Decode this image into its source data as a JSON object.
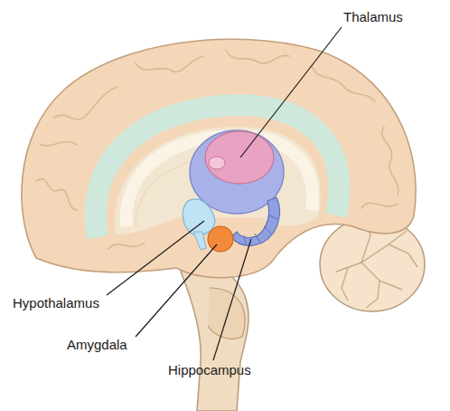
{
  "diagram": {
    "labels": [
      "Thalamus",
      "Hypothalamus",
      "Amygdala",
      "Hippocampus"
    ]
  }
}
